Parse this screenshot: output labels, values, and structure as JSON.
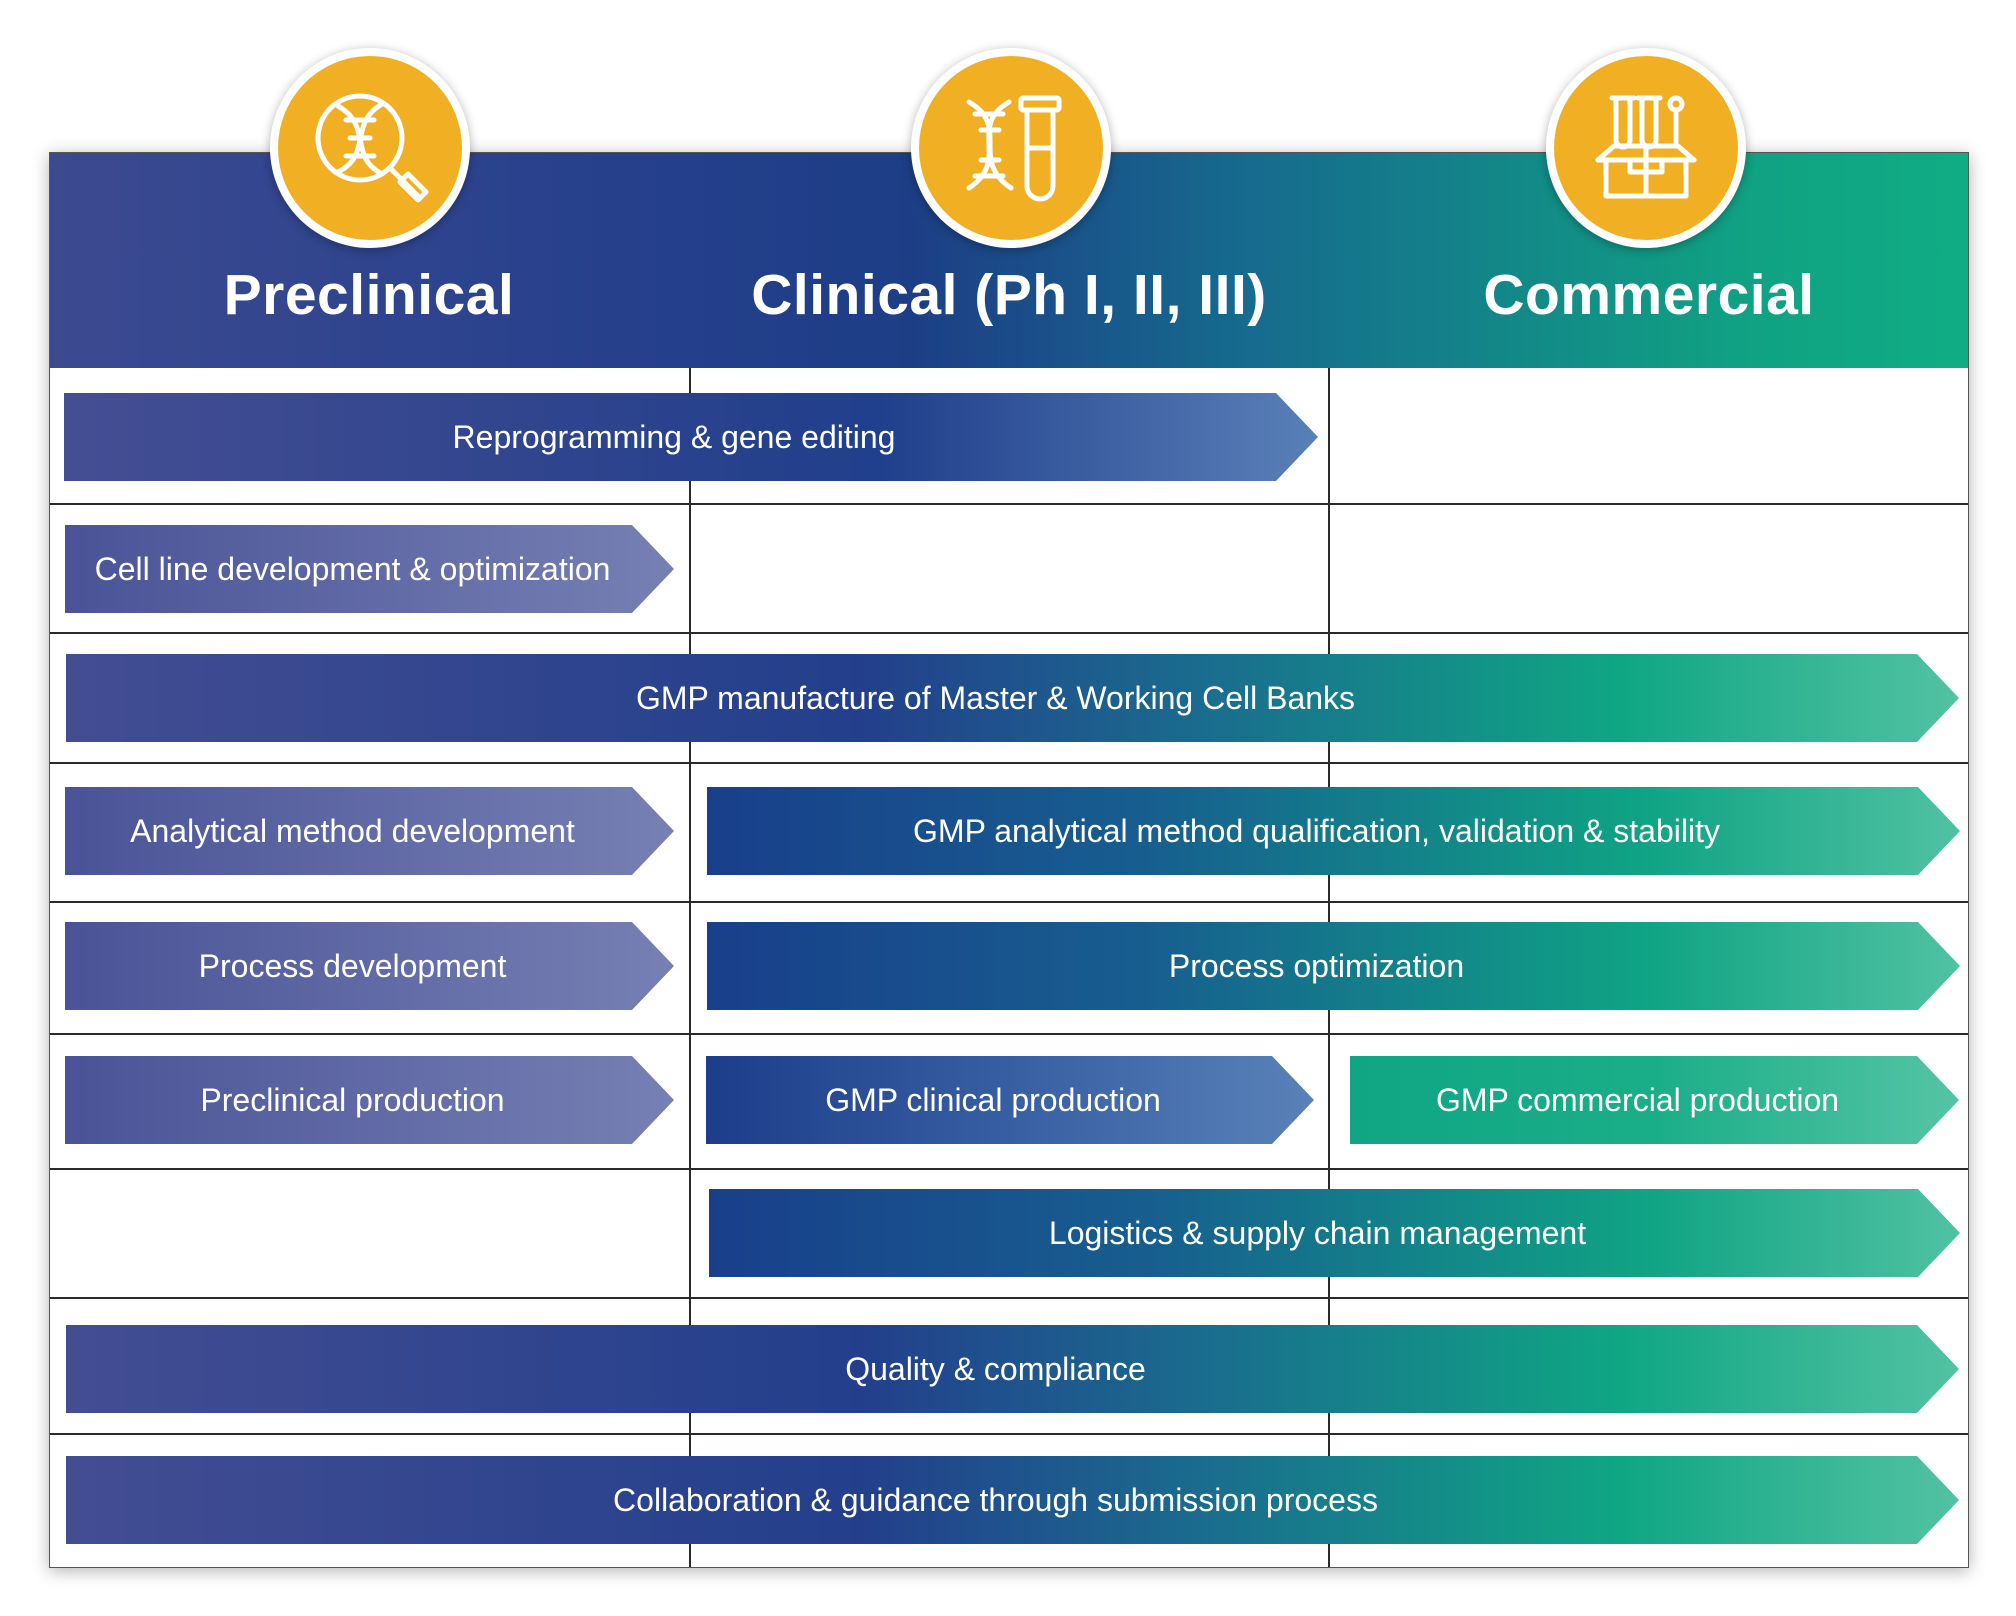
{
  "phases": [
    {
      "label": "Preclinical",
      "icon": "dna-magnifier-icon"
    },
    {
      "label": "Clinical (Ph I, II, III)",
      "icon": "dna-test-tube-icon"
    },
    {
      "label": "Commercial",
      "icon": "box-test-tubes-icon"
    }
  ],
  "colors": {
    "header_start": "#3c4a90",
    "header_mid": "#1d3e86",
    "header_end": "#10ad84",
    "badge": "#f1b023",
    "preclinical_bar": "#6f79b0",
    "clinical_bar": "#1f3f8c",
    "commercial_bar": "#13a985"
  },
  "rows": [
    {
      "label": "Reprogramming & gene editing"
    },
    {
      "label": "Cell line development & optimization"
    },
    {
      "label": "GMP manufacture of Master & Working Cell Banks"
    },
    {
      "label": "Analytical method development",
      "label_b": "GMP analytical method qualification, validation & stability"
    },
    {
      "label": "Process development",
      "label_b": "Process optimization"
    },
    {
      "label": "Preclinical production",
      "label_b": "GMP clinical production",
      "label_c": "GMP commercial production"
    },
    {
      "label": "Logistics & supply chain management"
    },
    {
      "label": "Quality & compliance"
    },
    {
      "label": "Collaboration & guidance through submission process"
    }
  ]
}
